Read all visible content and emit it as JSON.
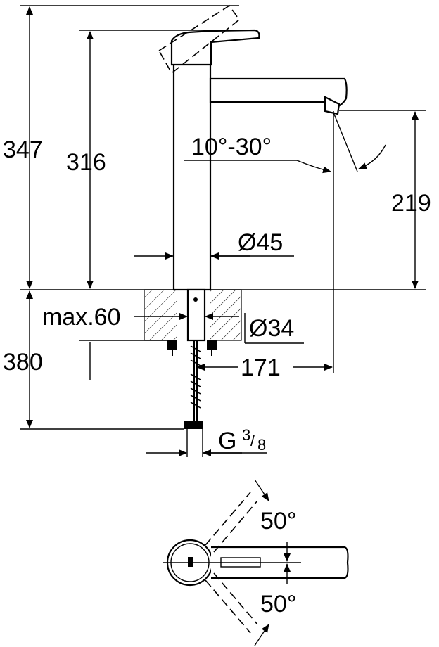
{
  "dimensions": {
    "total_height": "347",
    "spout_height": "316",
    "outlet_height": "219",
    "tilt_angle": "10°-30°",
    "body_diameter": "Ø45",
    "max_counter_thickness": "max.60",
    "hole_diameter": "Ø34",
    "reach": "171",
    "hose_length": "380",
    "connection_prefix": "G",
    "connection_num": "3",
    "connection_den": "8",
    "swivel_top": "50°",
    "swivel_bottom": "50°"
  }
}
